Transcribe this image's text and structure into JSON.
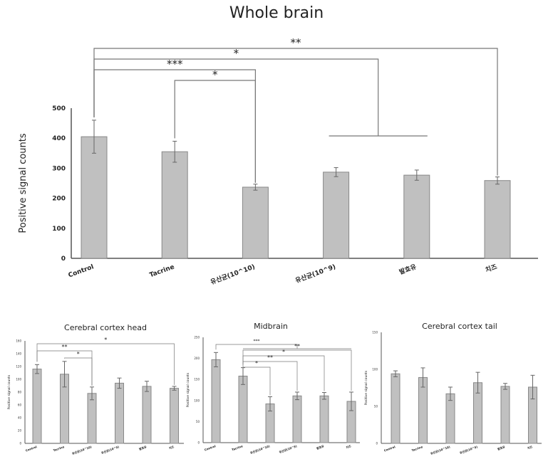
{
  "chart_data": [
    {
      "type": "bar",
      "title": "Whole brain",
      "ylabel": "Positive signal counts",
      "ylim": [
        0,
        500
      ],
      "yticks": [
        0,
        100,
        200,
        300,
        400,
        500
      ],
      "categories": [
        "Control",
        "Tacrine",
        "유산균(10^10)",
        "유산균(10^9)",
        "발효유",
        "치즈"
      ],
      "values": [
        405,
        355,
        237,
        287,
        277,
        259
      ],
      "errors": [
        55,
        35,
        10,
        15,
        17,
        12
      ],
      "annotations": [
        {
          "from": 0,
          "to": [
            5
          ],
          "label": "**"
        },
        {
          "from": 0,
          "to": [
            3,
            4
          ],
          "label": "*"
        },
        {
          "from": 0,
          "to": [
            2
          ],
          "label": "***"
        },
        {
          "from": 1,
          "to": [
            2
          ],
          "label": "*"
        }
      ]
    },
    {
      "type": "bar",
      "title": "Cerebral cortex head",
      "ylabel": "Positive signal counts",
      "ylim": [
        0,
        160
      ],
      "yticks": [
        0,
        20,
        40,
        60,
        80,
        100,
        120,
        140,
        160
      ],
      "categories": [
        "Control",
        "Tacrine",
        "유산균(10^10)",
        "유산균(10^9)",
        "발효유",
        "치즈"
      ],
      "values": [
        116,
        108,
        78,
        94,
        89,
        86
      ],
      "errors": [
        7,
        20,
        10,
        8,
        8,
        3
      ],
      "annotations": [
        {
          "from": 0,
          "to": [
            5
          ],
          "label": "*"
        },
        {
          "from": 0,
          "to": [
            2
          ],
          "label": "**"
        },
        {
          "from": 1,
          "to": [
            2
          ],
          "label": "*"
        }
      ]
    },
    {
      "type": "bar",
      "title": "Midbrain",
      "ylabel": "Positive signal counts",
      "ylim": [
        0,
        250
      ],
      "yticks": [
        0,
        50,
        100,
        150,
        200,
        250
      ],
      "categories": [
        "Control",
        "Tacrine",
        "유산균(10^10)",
        "유산균(10^9)",
        "발효유",
        "치즈"
      ],
      "values": [
        197,
        158,
        92,
        111,
        111,
        98
      ],
      "errors": [
        17,
        20,
        17,
        9,
        8,
        22
      ],
      "annotations": [
        {
          "from": 0,
          "to": [
            1,
            5
          ],
          "label": "***"
        },
        {
          "from": 1,
          "to": [
            5
          ],
          "label": "**"
        },
        {
          "from": 1,
          "to": [
            4
          ],
          "label": "*"
        },
        {
          "from": 1,
          "to": [
            3
          ],
          "label": "**"
        },
        {
          "from": 1,
          "to": [
            2
          ],
          "label": "*"
        }
      ]
    },
    {
      "type": "bar",
      "title": "Cerebral cortex tail",
      "ylabel": "Positive signal counts",
      "ylim": [
        0,
        150
      ],
      "yticks": [
        0,
        50,
        100,
        150
      ],
      "categories": [
        "Control",
        "Tacrine",
        "유산균(10^10)",
        "유산균(10^9)",
        "발효유",
        "치즈"
      ],
      "values": [
        94,
        89,
        67,
        82,
        77,
        76
      ],
      "errors": [
        4,
        13,
        9,
        14,
        4,
        16
      ],
      "annotations": []
    }
  ]
}
